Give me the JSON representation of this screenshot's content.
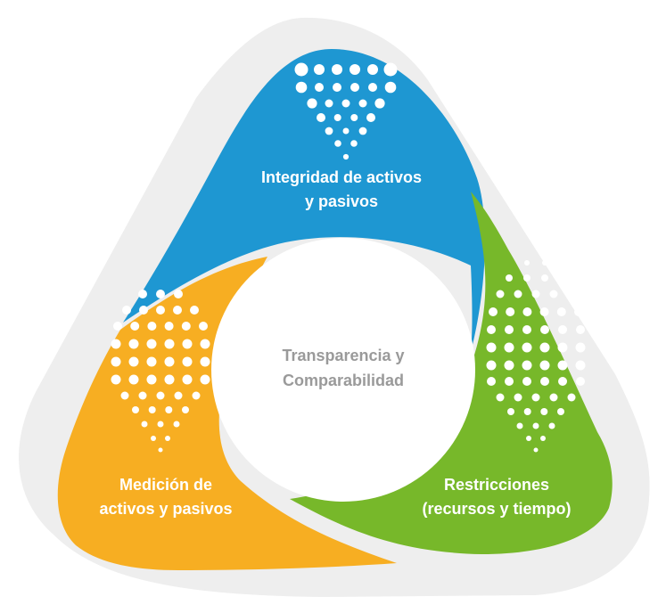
{
  "diagram": {
    "center_label": {
      "line1": "Transparencia y",
      "line2": "Comparabilidad"
    },
    "segments": [
      {
        "key": "top",
        "line1": "Integridad de activos",
        "line2": "y pasivos",
        "color": "#1e97d2"
      },
      {
        "key": "right",
        "line1": "Restricciones",
        "line2": "(recursos y tiempo)",
        "color": "#77b82a"
      },
      {
        "key": "left",
        "line1": "Medición de",
        "line2": "activos y pasivos",
        "color": "#f7ae22"
      }
    ],
    "colors": {
      "background_shape": "#eeeeee",
      "dots": "#ffffff",
      "center_circle": "#ffffff",
      "center_text": "#9a9a9a"
    }
  }
}
